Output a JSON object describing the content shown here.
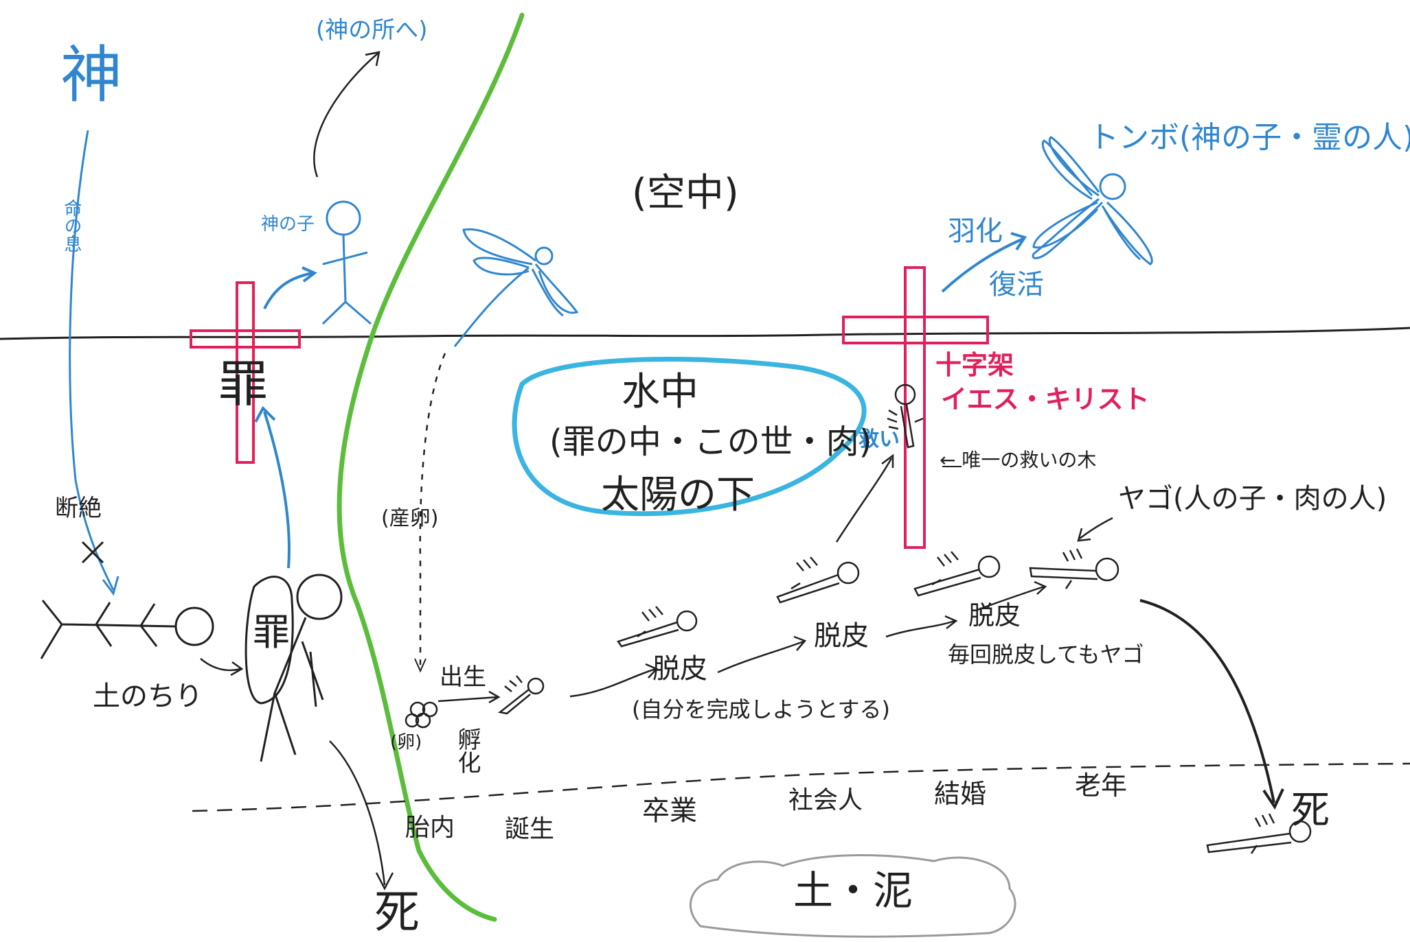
{
  "colors": {
    "ink": "#202020",
    "blue": "#2f86cf",
    "red": "#e0205a",
    "green": "#5cbd3c",
    "cyan": "#3ab4e0",
    "gray": "#9a9a9a"
  },
  "labels": {
    "god": "神",
    "to_god": "(神の所へ)",
    "life_breath": "命の息",
    "severance": "断絶",
    "child_of_god": "神の子",
    "dust": "土のちり",
    "sin_cross": "罪",
    "sin_body": "罪",
    "death_left": "死",
    "sky": "(空中)",
    "dragonfly": "トンボ(神の子・霊の人)",
    "emergence": "羽化",
    "resurrection": "復活",
    "cross": "十字架",
    "jesus": "イエス・キリスト",
    "salvation": "救い",
    "only_tree": "← 唯一の救いの木",
    "nymph": "ヤゴ(人の子・肉の人)",
    "underwater": "水中",
    "underwater_sub": "(罪の中・この世・肉)",
    "under_sun": "太陽の下",
    "egg_laying": "(産卵)",
    "egg": "(卵)",
    "birth": "出生",
    "hatching": "孵化",
    "molt1": "脱皮",
    "molt1_note": "(自分を完成しようとする)",
    "molt2": "脱皮",
    "molt3": "脱皮",
    "molt3_note": "毎回脱皮してもヤゴ",
    "death_right": "死",
    "soil": "土・泥"
  },
  "timeline": [
    "胎内",
    "誕生",
    "卒業",
    "社会人",
    "結婚",
    "老年"
  ]
}
